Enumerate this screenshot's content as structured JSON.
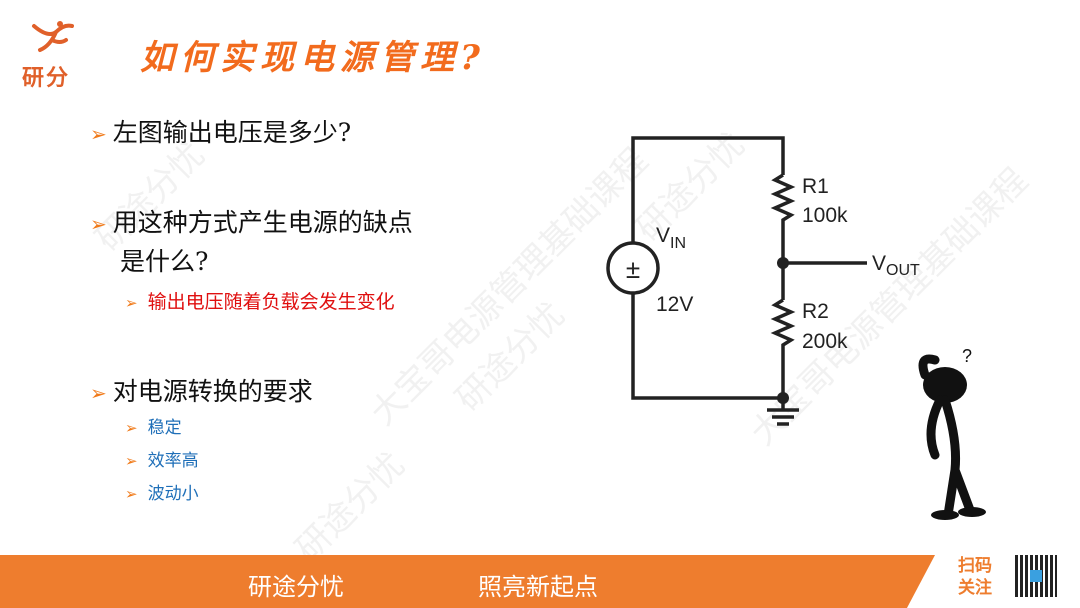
{
  "logo": {
    "text": "研分"
  },
  "title": "如何实现电源管理?",
  "bullets": [
    {
      "text": "左图输出电压是多少?"
    },
    {
      "text": "用这种方式产生电源的缺点",
      "text2": "是什么?",
      "sub": [
        {
          "text": "输出电压随着负载会发生变化"
        }
      ]
    },
    {
      "text": "对电源转换的要求",
      "sub": [
        {
          "text": "稳定"
        },
        {
          "text": "效率高"
        },
        {
          "text": "波动小"
        }
      ]
    }
  ],
  "circuit": {
    "vin_label": "V",
    "vin_sub": "IN",
    "vin_value": "12V",
    "r1_name": "R1",
    "r1_value": "100k",
    "r2_name": "R2",
    "r2_value": "200k",
    "vout_label": "V",
    "vout_sub": "OUT",
    "source_symbol": "±"
  },
  "figure_question": "?",
  "footer": {
    "left": "研途分忧",
    "right": "照亮新起点",
    "scan": "扫码",
    "follow": "关注"
  },
  "watermarks": [
    "研途分忧",
    "大宝哥电源管理基础课程"
  ],
  "colors": {
    "accent": "#ee7d2e",
    "red": "#e01010",
    "blue": "#1f6fb8"
  }
}
